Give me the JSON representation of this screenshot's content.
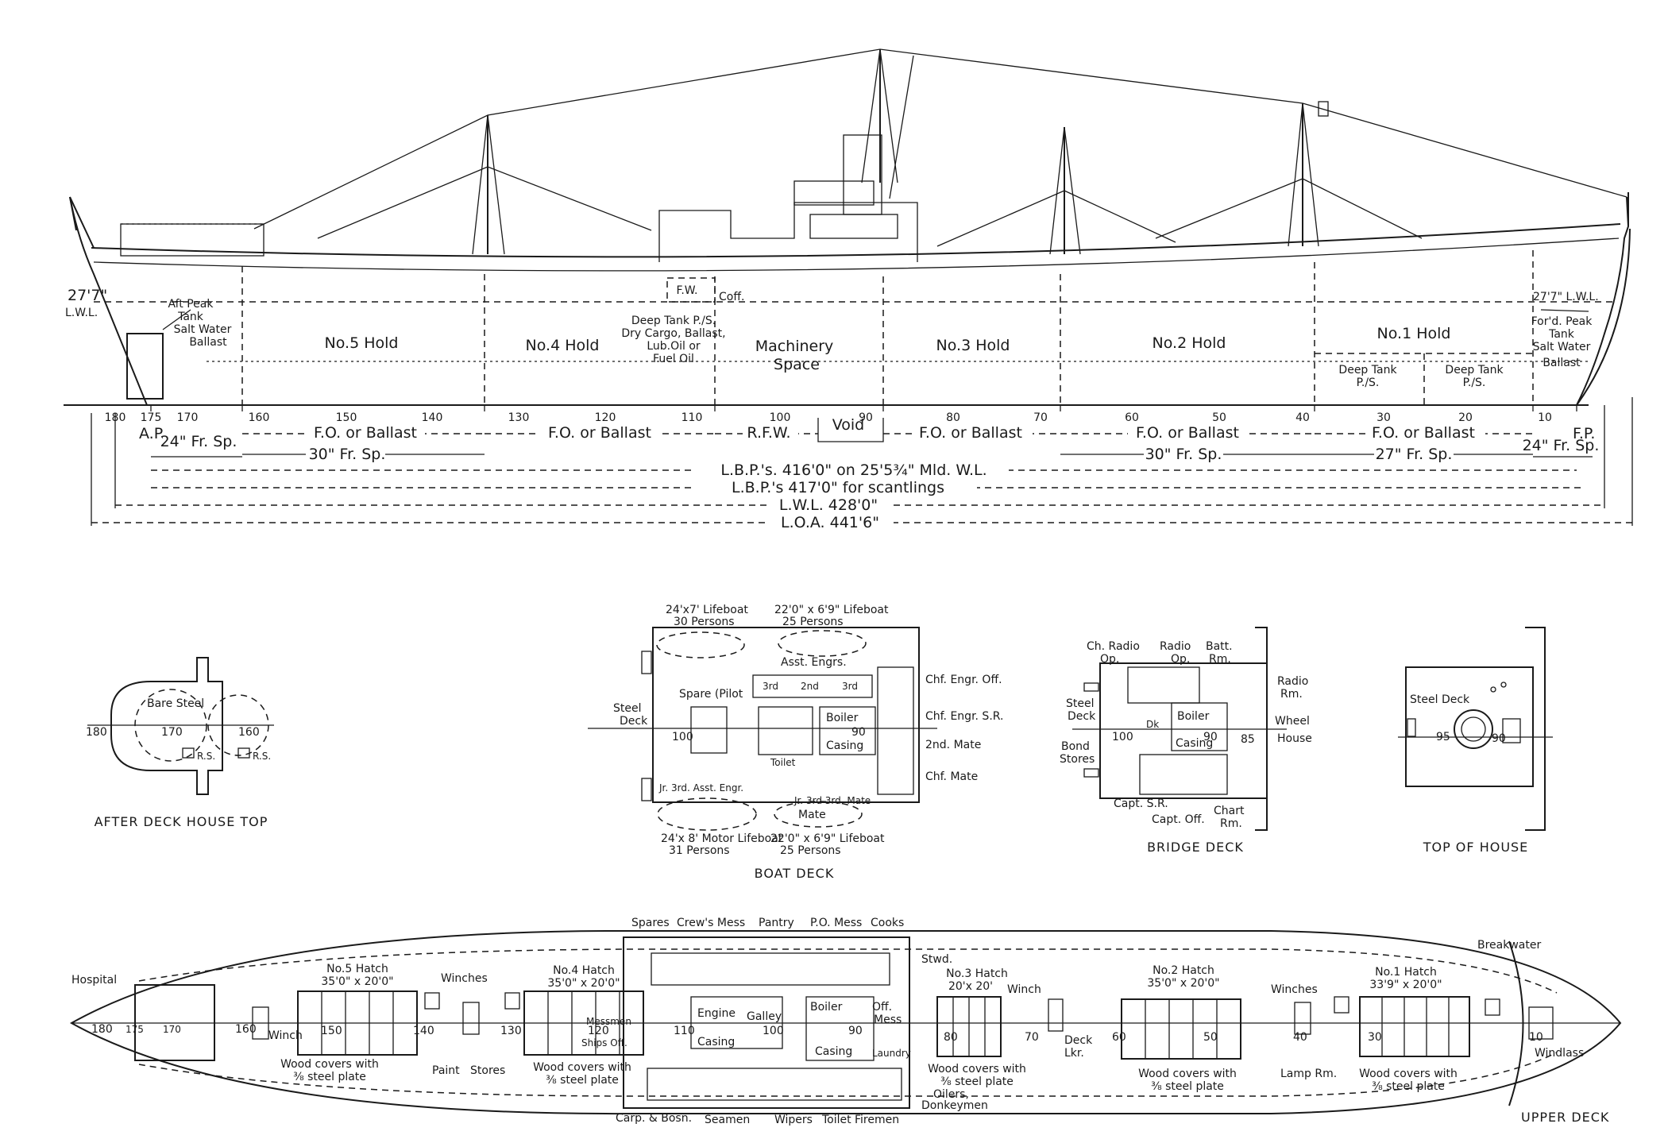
{
  "profile": {
    "lwl_aft": "27'7\"",
    "lwl_aft_sub": "L.W.L.",
    "lwl_fwd": "27'7\" L.W.L.",
    "aft_peak": [
      "Aft Peak",
      "Tank",
      "Salt Water",
      "Ballast"
    ],
    "no5": "No.5 Hold",
    "no4": "No.4 Hold",
    "fw": "F.W.",
    "coff": "Coff.",
    "deep_tank_center": [
      "Deep Tank P./S.",
      "Dry Cargo, Ballast,",
      "Lub.Oil or",
      "Fuel Oil"
    ],
    "machinery": [
      "Machinery",
      "Space"
    ],
    "no3": "No.3 Hold",
    "no2": "No.2 Hold",
    "no1": "No.1 Hold",
    "deep_tank_1": [
      "Deep Tank",
      "P./S."
    ],
    "deep_tank_2": [
      "Deep Tank",
      "P./S."
    ],
    "fwd_peak": [
      "For'd. Peak",
      "Tank",
      "Salt Water",
      "Ballast"
    ],
    "frames": [
      "180",
      "175",
      "170",
      "160",
      "150",
      "140",
      "130",
      "120",
      "110",
      "100",
      "90",
      "80",
      "70",
      "60",
      "50",
      "40",
      "30",
      "20",
      "10"
    ],
    "ap": "A.P.",
    "fp": "F.P.",
    "fo1": "F.O. or Ballast",
    "fo2": "F.O. or Ballast",
    "rfw": "R.F.W.",
    "void": "Void",
    "fo3": "F.O. or Ballast",
    "fo4": "F.O. or Ballast",
    "fo5": "F.O. or Ballast",
    "sp24a": "24\" Fr. Sp.",
    "sp30a": "30\" Fr. Sp.",
    "sp30b": "30\" Fr. Sp.",
    "sp27": "27\" Fr. Sp.",
    "sp24b": "24\" Fr. Sp.",
    "lbp1": "L.B.P.'s. 416'0\" on 25'5¾\" Mld. W.L.",
    "lbp2": "L.B.P.'s 417'0\" for scantlings",
    "lwl": "L.W.L. 428'0\"",
    "loa": "L.O.A. 441'6\""
  },
  "after_house": {
    "bare_steel": "Bare Steel",
    "f180": "180",
    "f170": "170",
    "f160": "160",
    "rs1": "R.S.",
    "rs2": "R.S.",
    "caption": "AFTER DECK HOUSE TOP"
  },
  "boat_deck": {
    "lb1": [
      "24'x7' Lifeboat",
      "30 Persons"
    ],
    "lb2": [
      "22'0\" x 6'9\" Lifeboat",
      "25 Persons"
    ],
    "lb3": [
      "24'x 8' Motor Lifeboat",
      "31 Persons"
    ],
    "lb4": [
      "22'0\" x 6'9\" Lifeboat",
      "25 Persons"
    ],
    "steel_deck": [
      "Steel",
      "Deck"
    ],
    "spare_pilot": "Spare (Pilot",
    "asst_engrs": "Asst. Engrs.",
    "rooms": [
      "3rd",
      "2nd",
      "3rd"
    ],
    "boiler_casing": [
      "Boiler",
      "Casing"
    ],
    "f100": "100",
    "f90": "90",
    "toilet": "Toilet",
    "jr3": "Jr. 3rd. Asst. Engr.",
    "jr3mate": "Jr. 3rd  3rd. Mate",
    "mate": "Mate",
    "chf_off": "Chf. Engr. Off.",
    "chf_sr": "Chf. Engr. S.R.",
    "mate2": "2nd. Mate",
    "chf_mate": "Chf. Mate",
    "caption": "BOAT DECK"
  },
  "bridge_deck": {
    "ch_radio": [
      "Ch. Radio",
      "Op."
    ],
    "radio_op": [
      "Radio",
      "Op."
    ],
    "batt": [
      "Batt.",
      "Rm."
    ],
    "radio_rm": [
      "Radio",
      "Rm."
    ],
    "steel_deck": [
      "Steel",
      "Deck"
    ],
    "bond": [
      "Bond",
      "Stores"
    ],
    "boiler_casing": [
      "Boiler",
      "Casing"
    ],
    "wheel": [
      "Wheel",
      "House"
    ],
    "f100": "100",
    "f90": "90",
    "f85": "85",
    "dk": "Dk",
    "capt_sr": "Capt. S.R.",
    "capt_off": "Capt. Off.",
    "chart": [
      "Chart",
      "Rm."
    ],
    "caption": "BRIDGE DECK"
  },
  "top_house": {
    "steel_deck": "Steel Deck",
    "f95": "95",
    "f90": "90",
    "caption": "TOP OF HOUSE"
  },
  "upper_deck": {
    "hospital": "Hospital",
    "no5_hatch": [
      "No.5 Hatch",
      "35'0\" x 20'0\""
    ],
    "winches1": "Winches",
    "no4_hatch": [
      "No.4 Hatch",
      "35'0\" x 20'0\""
    ],
    "spares": "Spares",
    "crews_mess": "Crew's Mess",
    "pantry": "Pantry",
    "po_mess": "P.O. Mess",
    "cooks": "Cooks",
    "stwd": "Stwd.",
    "no3_hatch": [
      "No.3 Hatch",
      "20'x 20'"
    ],
    "winch3": "Winch",
    "no2_hatch": [
      "No.2 Hatch",
      "35'0\" x 20'0\""
    ],
    "winches2": "Winches",
    "no1_hatch": [
      "No.1 Hatch",
      "33'9\" x 20'0\""
    ],
    "breakwater": "Breakwater",
    "winch_aft": "Winch",
    "messmen": "Messmen",
    "ships_off": "Ships Off.",
    "engine_casing": [
      "Engine",
      "Casing"
    ],
    "galley": "Galley",
    "boiler_casing": [
      "Boiler",
      "Casing"
    ],
    "off_mess": [
      "Off.",
      "Mess"
    ],
    "laundry": "Laundry",
    "deck_lkr": [
      "Deck",
      "Lkr."
    ],
    "windlass": "Windlass",
    "wood1": [
      "Wood covers with",
      "⅜ steel plate"
    ],
    "paint": "Paint",
    "stores": "Stores",
    "wood2": [
      "Wood covers with",
      "⅜ steel plate"
    ],
    "wood3": [
      "Wood covers with",
      "⅜ steel plate"
    ],
    "oilers": [
      "Oilers,",
      "Donkeymen"
    ],
    "wood4": [
      "Wood covers with",
      "⅜ steel plate"
    ],
    "lamp": "Lamp Rm.",
    "wood5": [
      "Wood covers with",
      "⅜ steel plate"
    ],
    "carp": "Carp. & Bosn.",
    "seamen": "Seamen",
    "wipers": "Wipers",
    "toilet": "Toilet",
    "firemen": "Firemen",
    "frames": [
      "180",
      "175",
      "170",
      "160",
      "150",
      "140",
      "130",
      "120",
      "110",
      "100",
      "90",
      "80",
      "70",
      "60",
      "50",
      "40",
      "30",
      "10"
    ],
    "caption": "UPPER DECK"
  }
}
